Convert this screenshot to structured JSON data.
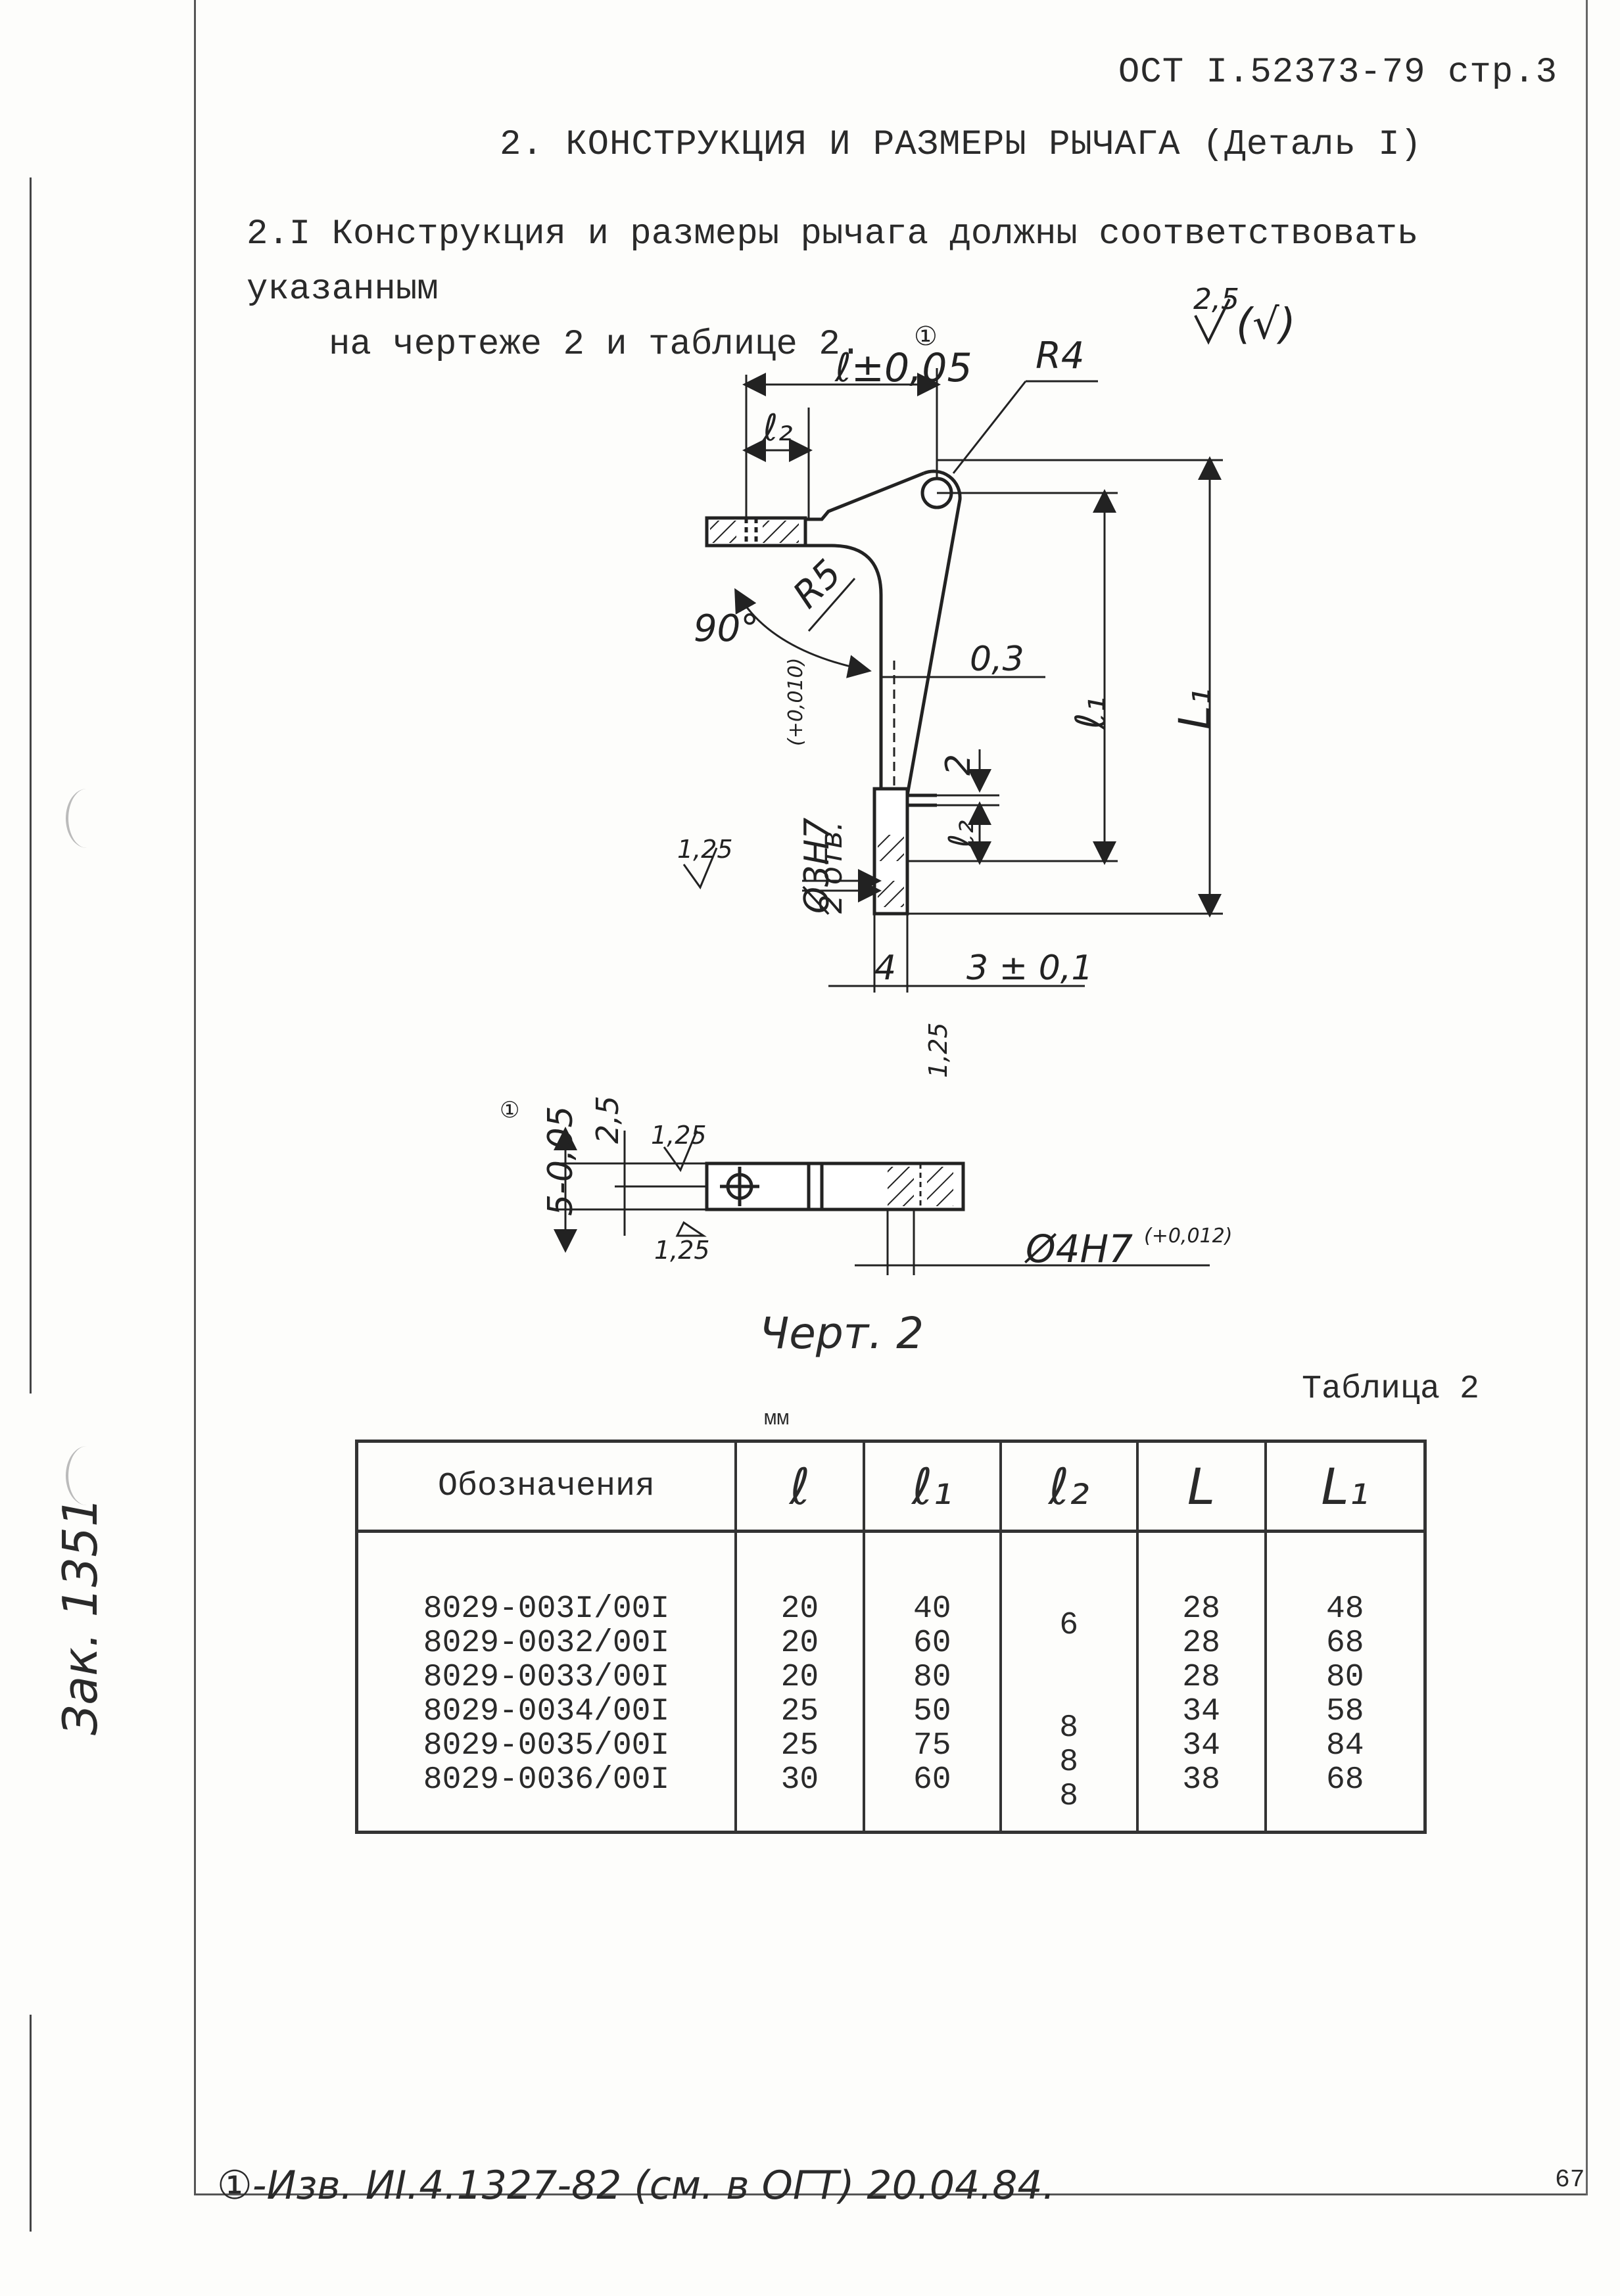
{
  "header": {
    "code": "ОСТ I.52373-79 стр.3"
  },
  "section": {
    "title": "2. КОНСТРУКЦИЯ И РАЗМЕРЫ РЫЧАГА (Деталь I)"
  },
  "paragraph": {
    "line1": "2.I Конструкция и размеры рычага должны соответствовать указанным",
    "line2": "на чертеже 2 и таблице 2."
  },
  "drawing": {
    "roughness_general": "2,5",
    "roughness_general_suffix": "(√)",
    "dim_l": "ℓ±0,05",
    "dim_l_mark": "①",
    "dim_l2_top": "ℓ₂",
    "dim_R4": "R4",
    "dim_R5": "R5",
    "dim_90": "90°",
    "dim_03": "0,3",
    "dim_l1": "ℓ₁",
    "dim_L1": "L₁",
    "dim_2": "2",
    "dim_l2_side": "ℓ₂",
    "dim_hole": "Ø3H7",
    "dim_hole_tol": "(+0,010)",
    "dim_hole_count": "2 отв.",
    "rough_125": "1,25",
    "dim_4": "4",
    "dim_3": "3 ± 0,1",
    "dim_5": "5-0,05",
    "dim_5_mark": "①",
    "dim_25": "2,5",
    "dim_hole4": "Ø4H7",
    "dim_hole4_tol": "(+0,012)",
    "caption": "Черт. 2"
  },
  "table": {
    "caption": "Таблица 2",
    "unit": "мм",
    "headers": [
      "Обозначения",
      "ℓ",
      "ℓ₁",
      "ℓ₂",
      "L",
      "L₁"
    ],
    "codes": [
      "8029-003I/00I",
      "8029-0032/00I",
      "8029-0033/00I",
      "8029-0034/00I",
      "8029-0035/00I",
      "8029-0036/00I"
    ],
    "l": [
      "20",
      "20",
      "20",
      "25",
      "25",
      "30"
    ],
    "l1": [
      "40",
      "60",
      "80",
      "50",
      "75",
      "60"
    ],
    "l2": [
      "6",
      "",
      "",
      "8",
      "8",
      "8"
    ],
    "L": [
      "28",
      "28",
      "28",
      "34",
      "34",
      "38"
    ],
    "L1": [
      "48",
      "68",
      "80",
      "58",
      "84",
      "68"
    ]
  },
  "footer": {
    "stamp": "①-Изв. ИI.4.1327-82 (см. в ОГТ) 20.04.84.",
    "page_number": "67",
    "order_note": "Зак. 1351"
  }
}
